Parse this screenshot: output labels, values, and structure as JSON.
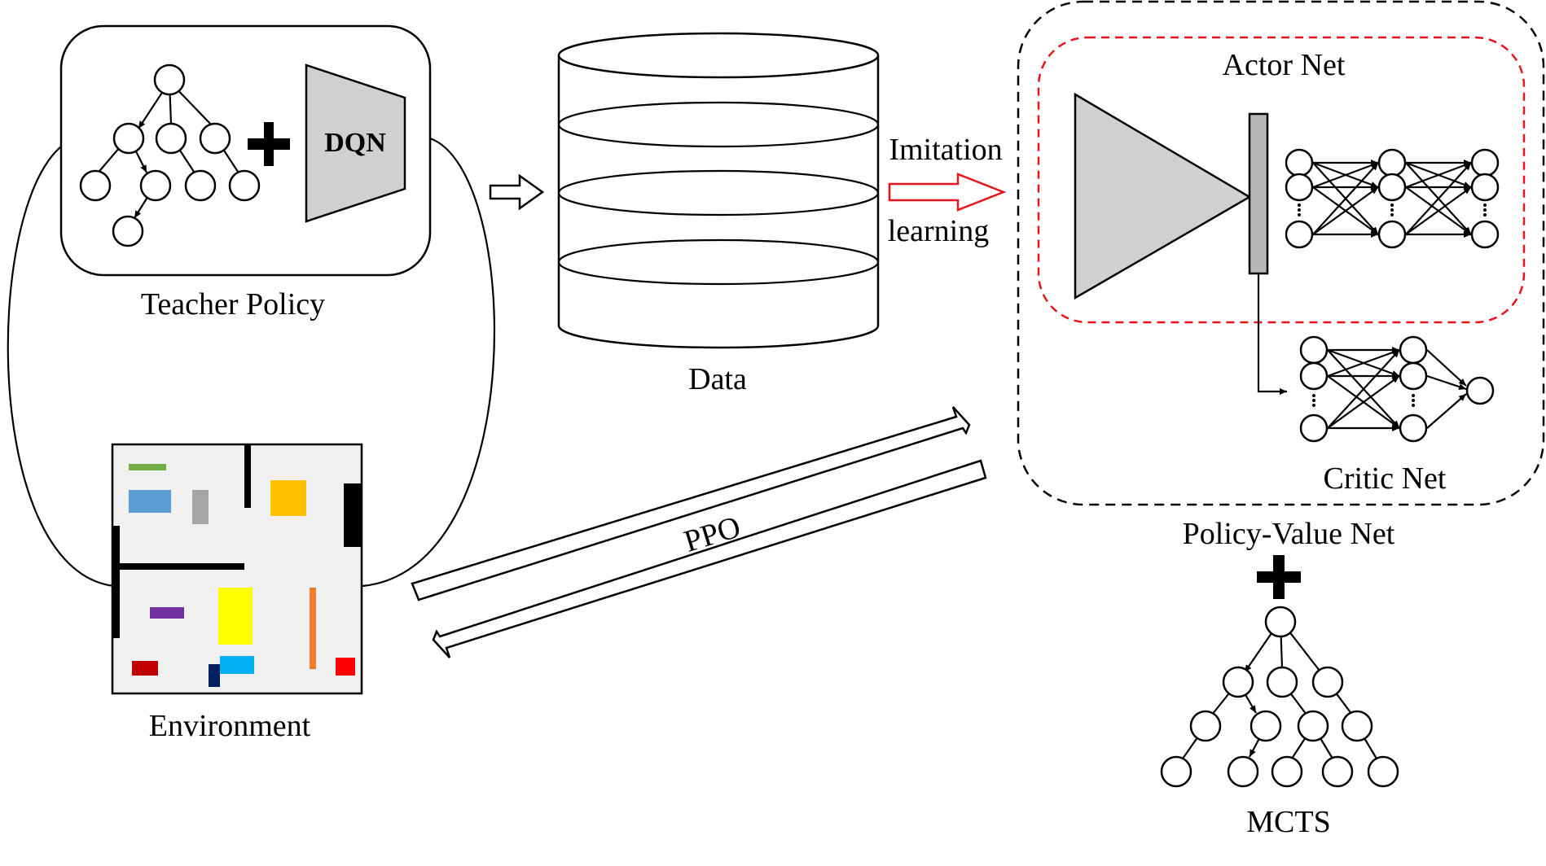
{
  "labels": {
    "teacher_policy": "Teacher Policy",
    "dqn": "DQN",
    "data": "Data",
    "imitation": "Imitation",
    "learning": "learning",
    "actor_net": "Actor Net",
    "critic_net": "Critic Net",
    "policy_value_net": "Policy-Value Net",
    "environment": "Environment",
    "ppo": "PPO",
    "mcts": "MCTS"
  },
  "colors": {
    "imitation_accent": "#e8141b",
    "actor_box_dash": "#e8141b",
    "policy_box_dash": "#000000",
    "block_fill": "#d0d0d0",
    "environment_floor": "#f0f0f0"
  },
  "environment_objects": [
    {
      "name": "green-bar",
      "color": "#70ad47"
    },
    {
      "name": "blue-block",
      "color": "#5b9bd5"
    },
    {
      "name": "gray-block",
      "color": "#a5a5a5"
    },
    {
      "name": "orange-block",
      "color": "#ffc000"
    },
    {
      "name": "purple-block",
      "color": "#7030a0"
    },
    {
      "name": "yellow-block",
      "color": "#ffff00"
    },
    {
      "name": "orange-bar",
      "color": "#ed7d31"
    },
    {
      "name": "dark-red-block",
      "color": "#c00000"
    },
    {
      "name": "navy-block",
      "color": "#002060"
    },
    {
      "name": "light-blue-block",
      "color": "#00b0f0"
    },
    {
      "name": "red-block",
      "color": "#ff0000"
    }
  ]
}
